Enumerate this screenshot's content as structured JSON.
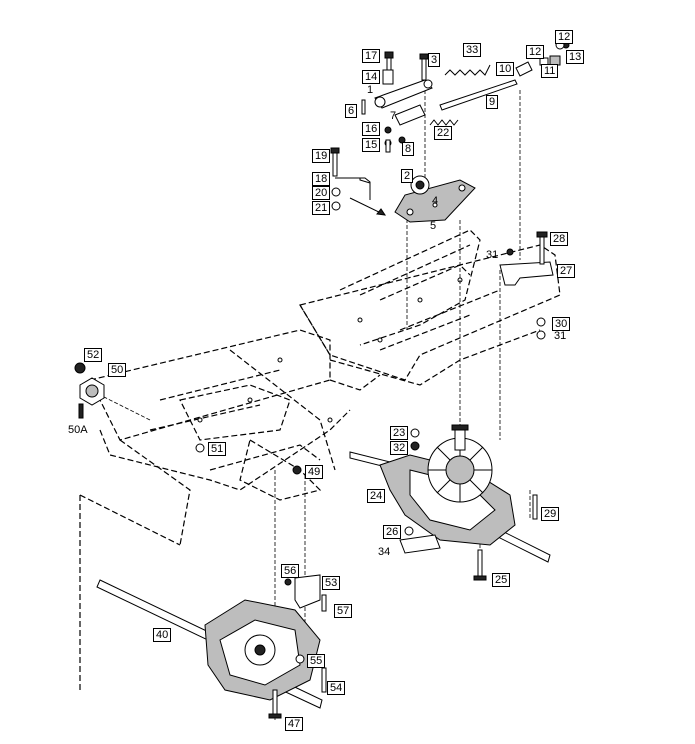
{
  "callouts": [
    {
      "id": "1",
      "label": "1"
    },
    {
      "id": "2",
      "label": "2"
    },
    {
      "id": "3",
      "label": "3"
    },
    {
      "id": "4",
      "label": "4"
    },
    {
      "id": "5",
      "label": "5"
    },
    {
      "id": "6",
      "label": "6"
    },
    {
      "id": "7",
      "label": "7"
    },
    {
      "id": "8",
      "label": "8"
    },
    {
      "id": "9",
      "label": "9"
    },
    {
      "id": "10",
      "label": "10"
    },
    {
      "id": "11",
      "label": "11"
    },
    {
      "id": "12a",
      "label": "12"
    },
    {
      "id": "12b",
      "label": "12"
    },
    {
      "id": "13",
      "label": "13"
    },
    {
      "id": "14",
      "label": "14"
    },
    {
      "id": "15",
      "label": "15"
    },
    {
      "id": "16",
      "label": "16"
    },
    {
      "id": "17",
      "label": "17"
    },
    {
      "id": "18",
      "label": "18"
    },
    {
      "id": "19",
      "label": "19"
    },
    {
      "id": "20",
      "label": "20"
    },
    {
      "id": "21",
      "label": "21"
    },
    {
      "id": "22",
      "label": "22"
    },
    {
      "id": "23",
      "label": "23"
    },
    {
      "id": "24",
      "label": "24"
    },
    {
      "id": "25",
      "label": "25"
    },
    {
      "id": "26",
      "label": "26"
    },
    {
      "id": "27",
      "label": "27"
    },
    {
      "id": "28",
      "label": "28"
    },
    {
      "id": "29",
      "label": "29"
    },
    {
      "id": "30",
      "label": "30"
    },
    {
      "id": "31a",
      "label": "31"
    },
    {
      "id": "31b",
      "label": "31"
    },
    {
      "id": "32",
      "label": "32"
    },
    {
      "id": "33",
      "label": "33"
    },
    {
      "id": "34",
      "label": "34"
    },
    {
      "id": "40",
      "label": "40"
    },
    {
      "id": "47",
      "label": "47"
    },
    {
      "id": "49",
      "label": "49"
    },
    {
      "id": "50",
      "label": "50"
    },
    {
      "id": "50A",
      "label": "50A"
    },
    {
      "id": "51",
      "label": "51"
    },
    {
      "id": "52",
      "label": "52"
    },
    {
      "id": "53",
      "label": "53"
    },
    {
      "id": "54",
      "label": "54"
    },
    {
      "id": "55",
      "label": "55"
    },
    {
      "id": "56",
      "label": "56"
    },
    {
      "id": "57",
      "label": "57"
    }
  ]
}
